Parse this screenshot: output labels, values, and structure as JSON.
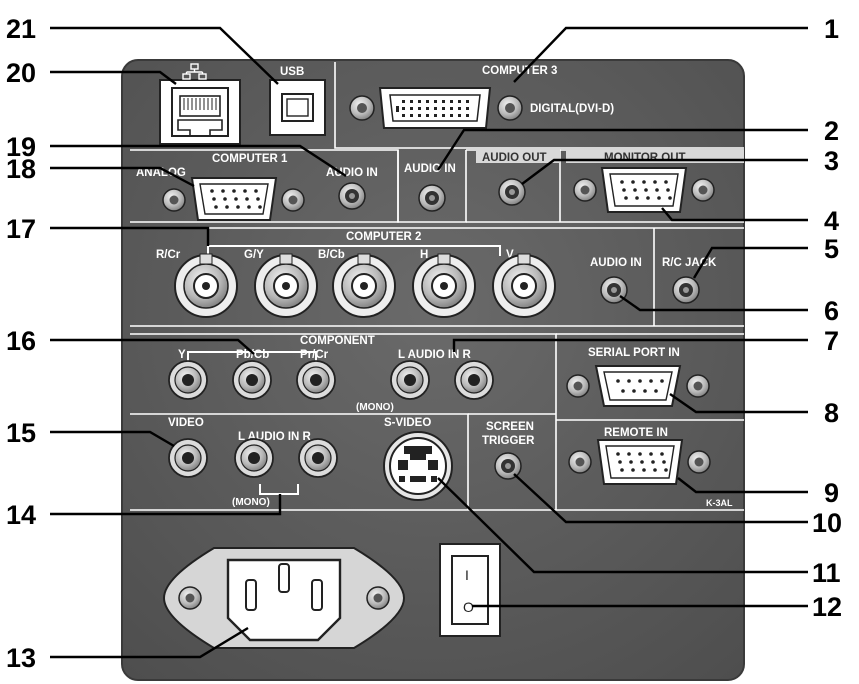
{
  "callouts": {
    "n1": "1",
    "n2": "2",
    "n3": "3",
    "n4": "4",
    "n5": "5",
    "n6": "6",
    "n7": "7",
    "n8": "8",
    "n9": "9",
    "n10": "10",
    "n11": "11",
    "n12": "12",
    "n13": "13",
    "n14": "14",
    "n15": "15",
    "n16": "16",
    "n17": "17",
    "n18": "18",
    "n19": "19",
    "n20": "20",
    "n21": "21"
  },
  "labels": {
    "usb": "USB",
    "computer3": "COMPUTER 3",
    "digital": "DIGITAL(DVI-D)",
    "computer1": "COMPUTER 1",
    "analog": "ANALOG",
    "audio_in_c1": "AUDIO IN",
    "audio_in_c3": "AUDIO IN",
    "audio_out": "AUDIO OUT",
    "monitor_out": "MONITOR OUT",
    "computer2": "COMPUTER 2",
    "rcr": "R/Cr",
    "gy": "G/Y",
    "bcb": "B/Cb",
    "h": "H",
    "v": "V",
    "audio_in_c2": "AUDIO IN",
    "rc_jack": "R/C JACK",
    "component": "COMPONENT",
    "y": "Y",
    "pbcb": "Pb/Cb",
    "prcr": "Pr/Cr",
    "audio_in_lr_comp": "L AUDIO IN R",
    "mono_comp": "(MONO)",
    "serial_port_in": "SERIAL PORT IN",
    "video": "VIDEO",
    "s_video": "S-VIDEO",
    "screen": "SCREEN",
    "trigger": "TRIGGER",
    "remote_in": "REMOTE IN",
    "k3al": "K-3AL",
    "audio_in_lr_video": "L AUDIO IN R",
    "mono_video": "(MONO)",
    "switch_on": "I",
    "switch_off": "O"
  },
  "colors": {
    "panel": "#595959",
    "panel_edge": "#3a3a3a",
    "box": "#ffffff",
    "jack_outer": "#c8c8c8",
    "jack_inner": "#222222",
    "callout": "#000000"
  }
}
